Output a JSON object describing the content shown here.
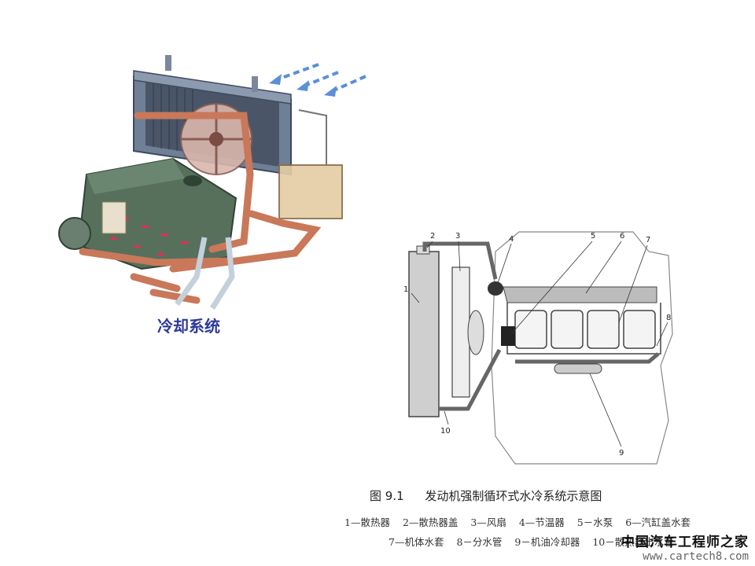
{
  "illustration": {
    "label": "冷却系统"
  },
  "schematic": {
    "callouts": [
      "1",
      "2",
      "3",
      "4",
      "5",
      "6",
      "7",
      "8",
      "9",
      "10"
    ],
    "figure_number": "图 9.1",
    "figure_title": "发动机强制循环式水冷系统示意图",
    "legend": [
      "1—散热器",
      "2—散热器盖",
      "3—风扇",
      "4—节温器",
      "5－水泵",
      "6—汽缸盖水套",
      "7—机体水套",
      "8－分水管",
      "9－机油冷却器",
      "10－散热器出水管"
    ]
  },
  "watermark": {
    "cn": "中国汽车工程师之家",
    "en": "www.cartech8.com"
  },
  "colors": {
    "pipe": "#c9785a",
    "radiator": "#5e6e86",
    "engine": "#4f6a55",
    "arrow": "#5b8fd6",
    "label_blue": "#2d3a9a"
  }
}
